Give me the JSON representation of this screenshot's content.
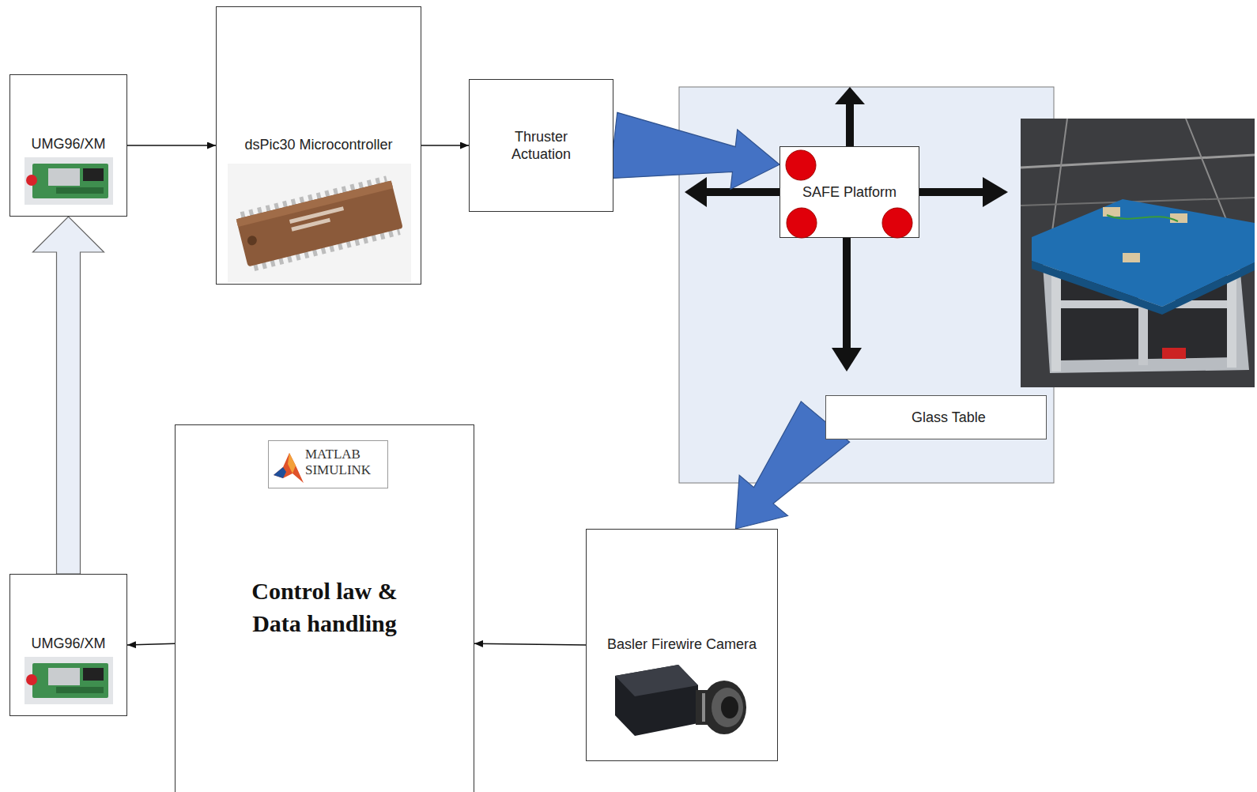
{
  "diagram": {
    "nodes": [
      {
        "text": [
          "UMG96/XM"
        ]
      },
      {
        "text": [
          "dsPic30 Microcontroller"
        ]
      },
      {
        "text": [
          "Thruster Actuation"
        ]
      },
      {
        "text": [
          "Glass Table"
        ]
      },
      {
        "text": [
          "SAFE Platform"
        ],
        "in": 3
      },
      {
        "text": [
          "UMG96/XM"
        ]
      },
      {
        "text": [
          "MATLAB SIMULINK",
          "Control law & Data handling"
        ]
      },
      {
        "text": [
          "Basler Firewire Camera"
        ]
      }
    ],
    "edges": [
      {
        "from": 0,
        "to": 1,
        "arrow": "to"
      },
      {
        "from": 1,
        "to": 2,
        "arrow": "to"
      },
      {
        "from": 2,
        "to": 4,
        "arrow": "to"
      },
      {
        "from": 3,
        "to": 7,
        "arrow": "to"
      },
      {
        "from": 7,
        "to": 6,
        "arrow": "to"
      },
      {
        "from": 6,
        "to": 5,
        "arrow": "to"
      },
      {
        "from": 5,
        "to": 0,
        "arrow": "to"
      }
    ]
  }
}
